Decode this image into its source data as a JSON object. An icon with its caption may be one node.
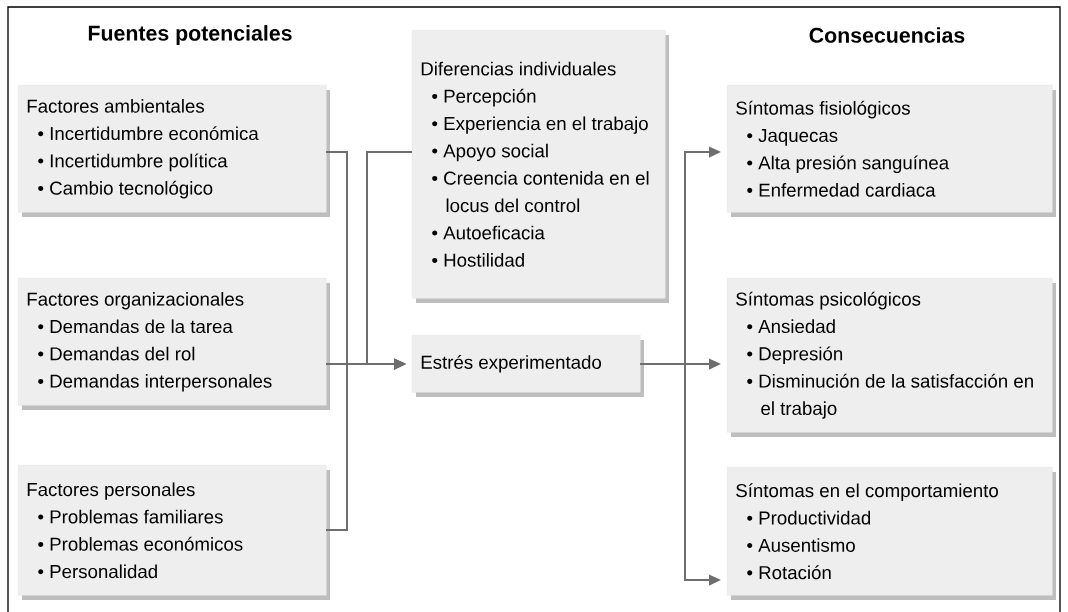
{
  "diagram": {
    "nodes": [
      {
        "text": [
          "Factores ambientales",
          "• Incertidumbre económica",
          "• Incertidumbre política",
          "• Cambio tecnológico"
        ]
      },
      {
        "text": [
          "Factores organizacionales",
          "• Demandas de la tarea",
          "• Demandas del rol",
          "• Demandas interpersonales"
        ]
      },
      {
        "text": [
          "Factores personales",
          "• Problemas familiares",
          "• Problemas económicos",
          "• Personalidad"
        ]
      },
      {
        "text": [
          "Diferencias individuales",
          "• Percepción",
          "• Experiencia en el trabajo",
          "• Apoyo social",
          "• Creencia contenida en el locus del control",
          "• Autoeficacia",
          "• Hostilidad"
        ]
      },
      {
        "text": [
          "Estrés experimentado"
        ]
      },
      {
        "text": [
          "Síntomas fisiológicos",
          "• Jaquecas",
          "• Alta presión sanguínea",
          "• Enfermedad cardiaca"
        ]
      },
      {
        "text": [
          "Síntomas psicológicos",
          "• Ansiedad",
          "• Depresión",
          "• Disminución de la satisfacción en el trabajo"
        ]
      },
      {
        "text": [
          "Síntomas en el comportamiento",
          "• Productividad",
          "• Ausentismo",
          "• Rotación"
        ]
      }
    ],
    "edges": [
      {
        "from": 0,
        "to": 4,
        "arrow": "to"
      },
      {
        "from": 1,
        "to": 4,
        "arrow": "to"
      },
      {
        "from": 2,
        "to": 4,
        "arrow": "to"
      },
      {
        "from": 3,
        "to": 4,
        "arrow": "to"
      },
      {
        "from": 4,
        "to": 5,
        "arrow": "to"
      },
      {
        "from": 4,
        "to": 6,
        "arrow": "to"
      },
      {
        "from": 4,
        "to": 7,
        "arrow": "to"
      }
    ],
    "labels": [
      "Fuentes potenciales",
      "Consecuencias"
    ]
  }
}
